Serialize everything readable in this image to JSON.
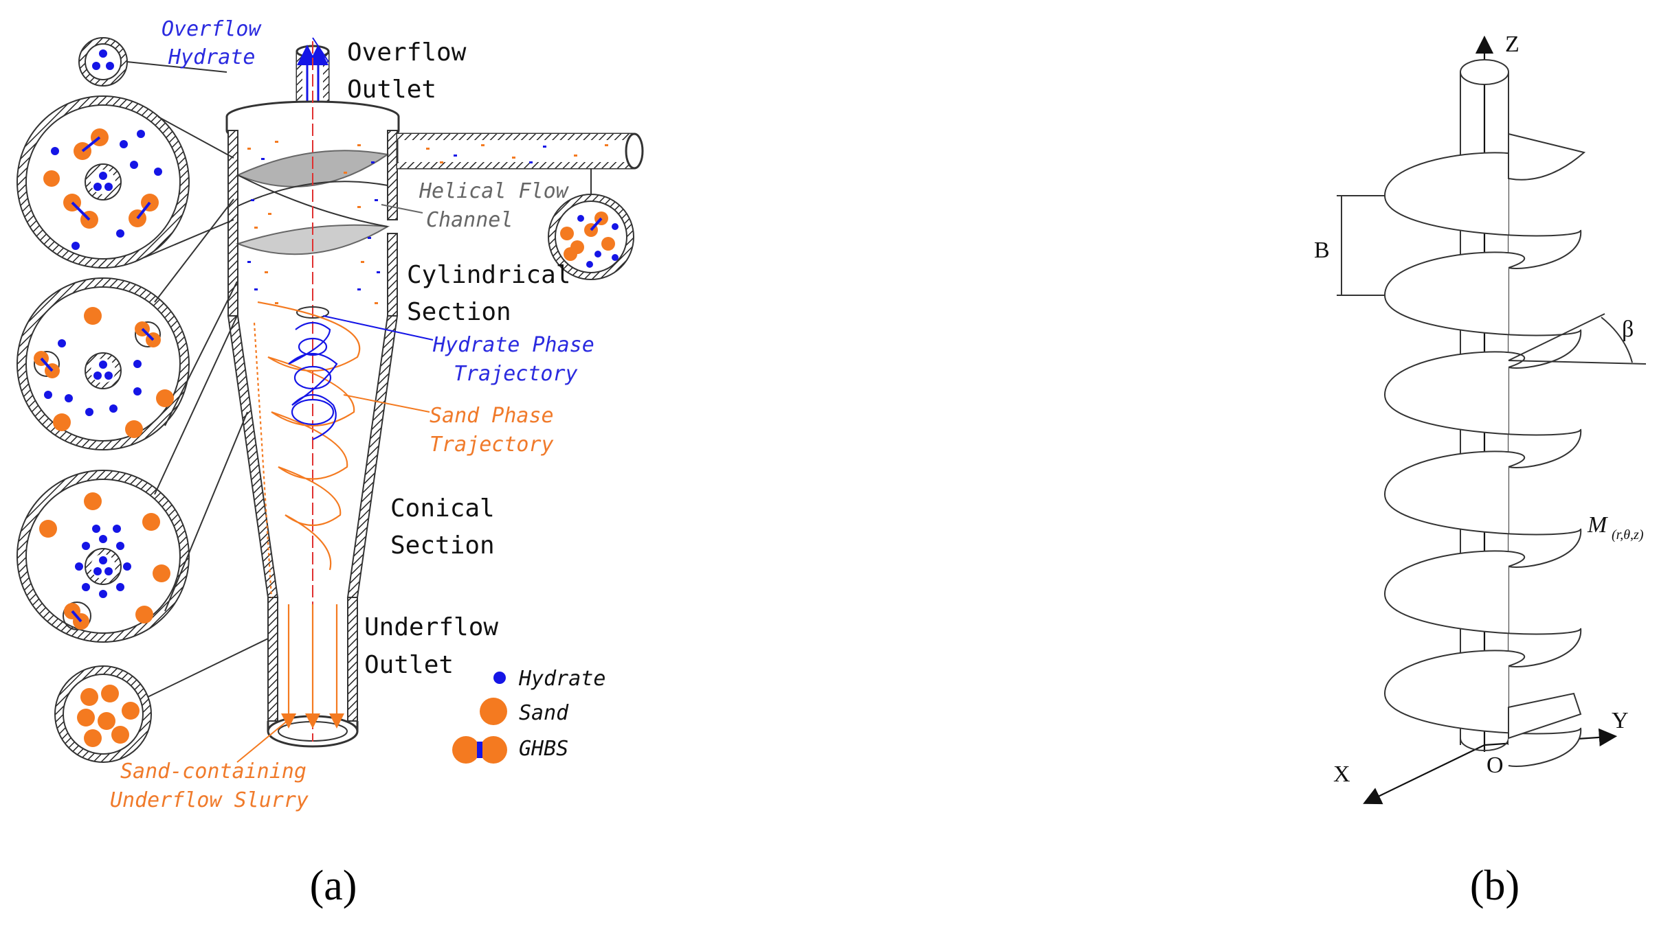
{
  "panel_a": {
    "caption": "(a)",
    "labels": {
      "overflow_hydrate": [
        "Overflow",
        "Hydrate"
      ],
      "overflow_outlet": [
        "Overflow",
        "Outlet"
      ],
      "helical_flow_channel": [
        "Helical Flow",
        "Channel"
      ],
      "cylindrical_section": [
        "Cylindrical",
        "Section"
      ],
      "hydrate_phase_trajectory": [
        "Hydrate Phase",
        "Trajectory"
      ],
      "sand_phase_trajectory": [
        "Sand Phase",
        "Trajectory"
      ],
      "conical_section": [
        "Conical",
        "Section"
      ],
      "underflow_outlet": [
        "Underflow",
        "Outlet"
      ],
      "underflow_slurry": [
        "Sand-containing",
        "Underflow Slurry"
      ]
    },
    "legend": [
      {
        "label": "Hydrate",
        "color": "#1515e6"
      },
      {
        "label": "Sand",
        "color": "#f47a20"
      },
      {
        "label": "GHBS",
        "color": "#f47a20"
      }
    ]
  },
  "panel_b": {
    "caption": "(b)",
    "axes": {
      "z": "Z",
      "y": "Y",
      "x": "X",
      "origin": "O"
    },
    "pitch_label": "B",
    "angle_label": "β",
    "point_label": "M",
    "point_sub": "(r,θ,z)"
  },
  "colors": {
    "hydrate": "#1515e6",
    "sand": "#f47a20",
    "outline": "#333333"
  }
}
